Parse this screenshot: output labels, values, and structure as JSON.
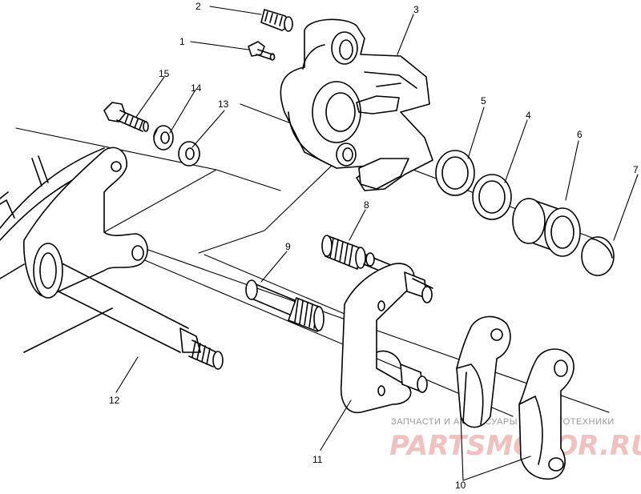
{
  "callouts": {
    "c1": "1",
    "c2": "2",
    "c3": "3",
    "c4": "4",
    "c5": "5",
    "c6": "6",
    "c7": "7",
    "c8": "8",
    "c9": "9",
    "c10": "10",
    "c11": "11",
    "c12": "12",
    "c13": "13",
    "c14": "14",
    "c15": "15"
  },
  "watermark": {
    "line1": "ЗАПЧАСТИ И АКСЕССУАРЫ ДЛЯ МОТОТЕХНИКИ",
    "line2": "PARTSMOTOR.RU",
    "color": "#f3c0c0"
  }
}
